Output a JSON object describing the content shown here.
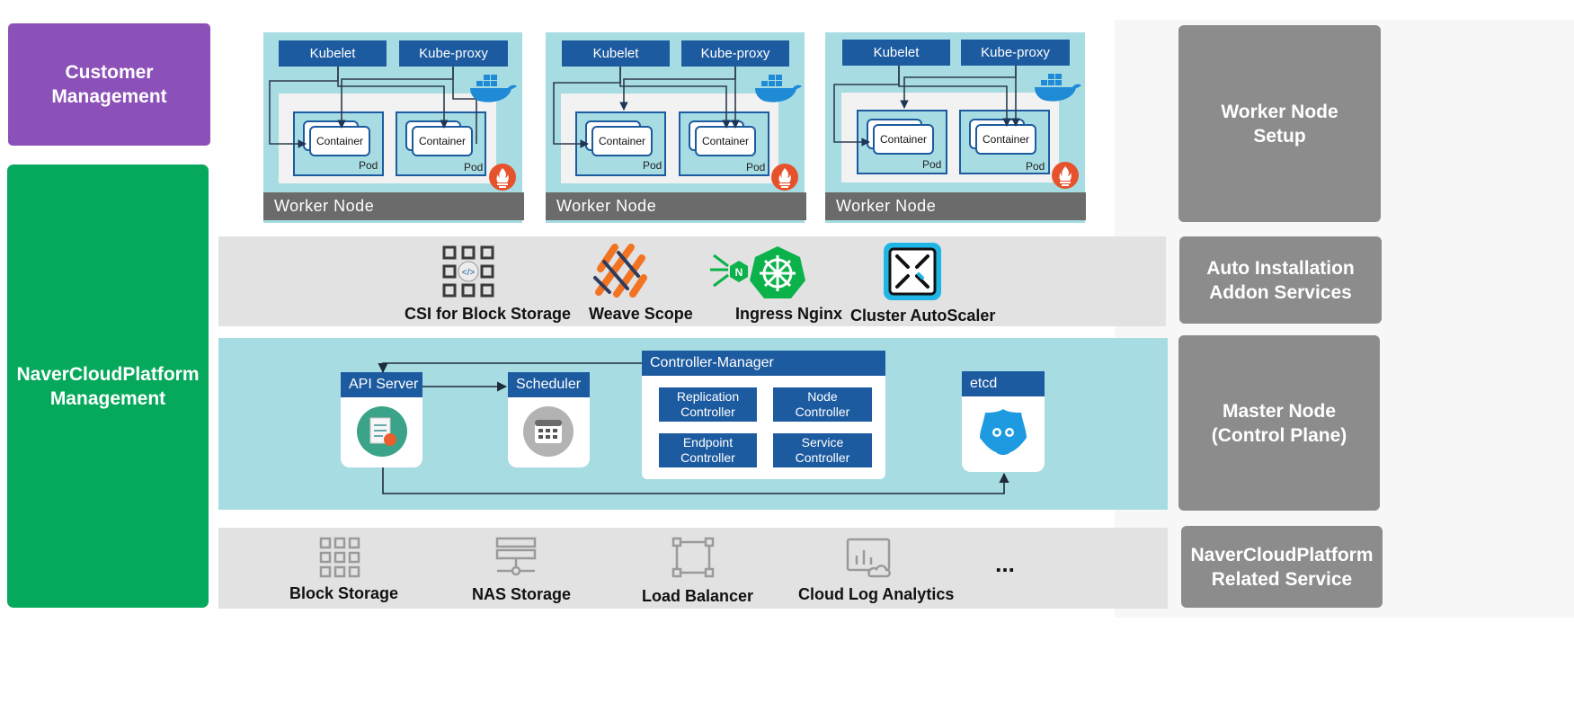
{
  "left": {
    "customer_management": "Customer\nManagement",
    "ncp_management": "NaverCloudPlatform\nManagement"
  },
  "right": {
    "worker_setup": "Worker Node\nSetup",
    "auto_install": "Auto Installation\nAddon Services",
    "master_node": "Master Node\n(Control Plane)",
    "related_service": "NaverCloudPlatform\nRelated Service"
  },
  "worker_nodes": [
    {
      "kubelet": "Kubelet",
      "kube_proxy": "Kube-proxy",
      "container_a": "Container",
      "container_b": "Container",
      "pod_a": "Pod",
      "pod_b": "Pod",
      "footer": "Worker Node"
    },
    {
      "kubelet": "Kubelet",
      "kube_proxy": "Kube-proxy",
      "container_a": "Container",
      "container_b": "Container",
      "pod_a": "Pod",
      "pod_b": "Pod",
      "footer": "Worker Node"
    },
    {
      "kubelet": "Kubelet",
      "kube_proxy": "Kube-proxy",
      "container_a": "Container",
      "container_b": "Container",
      "pod_a": "Pod",
      "pod_b": "Pod",
      "footer": "Worker Node"
    }
  ],
  "addons": {
    "csi": "CSI for Block Storage",
    "weave": "Weave Scope",
    "ingress": "Ingress Nginx",
    "autoscaler": "Cluster AutoScaler",
    "ingress_badge": "N"
  },
  "master": {
    "api_server": "API Server",
    "scheduler": "Scheduler",
    "controller_manager": "Controller-Manager",
    "replication": "Replication\nController",
    "node": "Node\nController",
    "endpoint": "Endpoint\nController",
    "service": "Service\nController",
    "etcd": "etcd"
  },
  "services": {
    "block": "Block Storage",
    "nas": "NAS Storage",
    "lb": "Load Balancer",
    "log": "Cloud Log Analytics",
    "more": "..."
  },
  "colors": {
    "purple": "#8c51b8",
    "green": "#06a95c",
    "gray": "#8c8c8c",
    "cyan": "#a7dce3",
    "navy": "#1d5ba0"
  }
}
